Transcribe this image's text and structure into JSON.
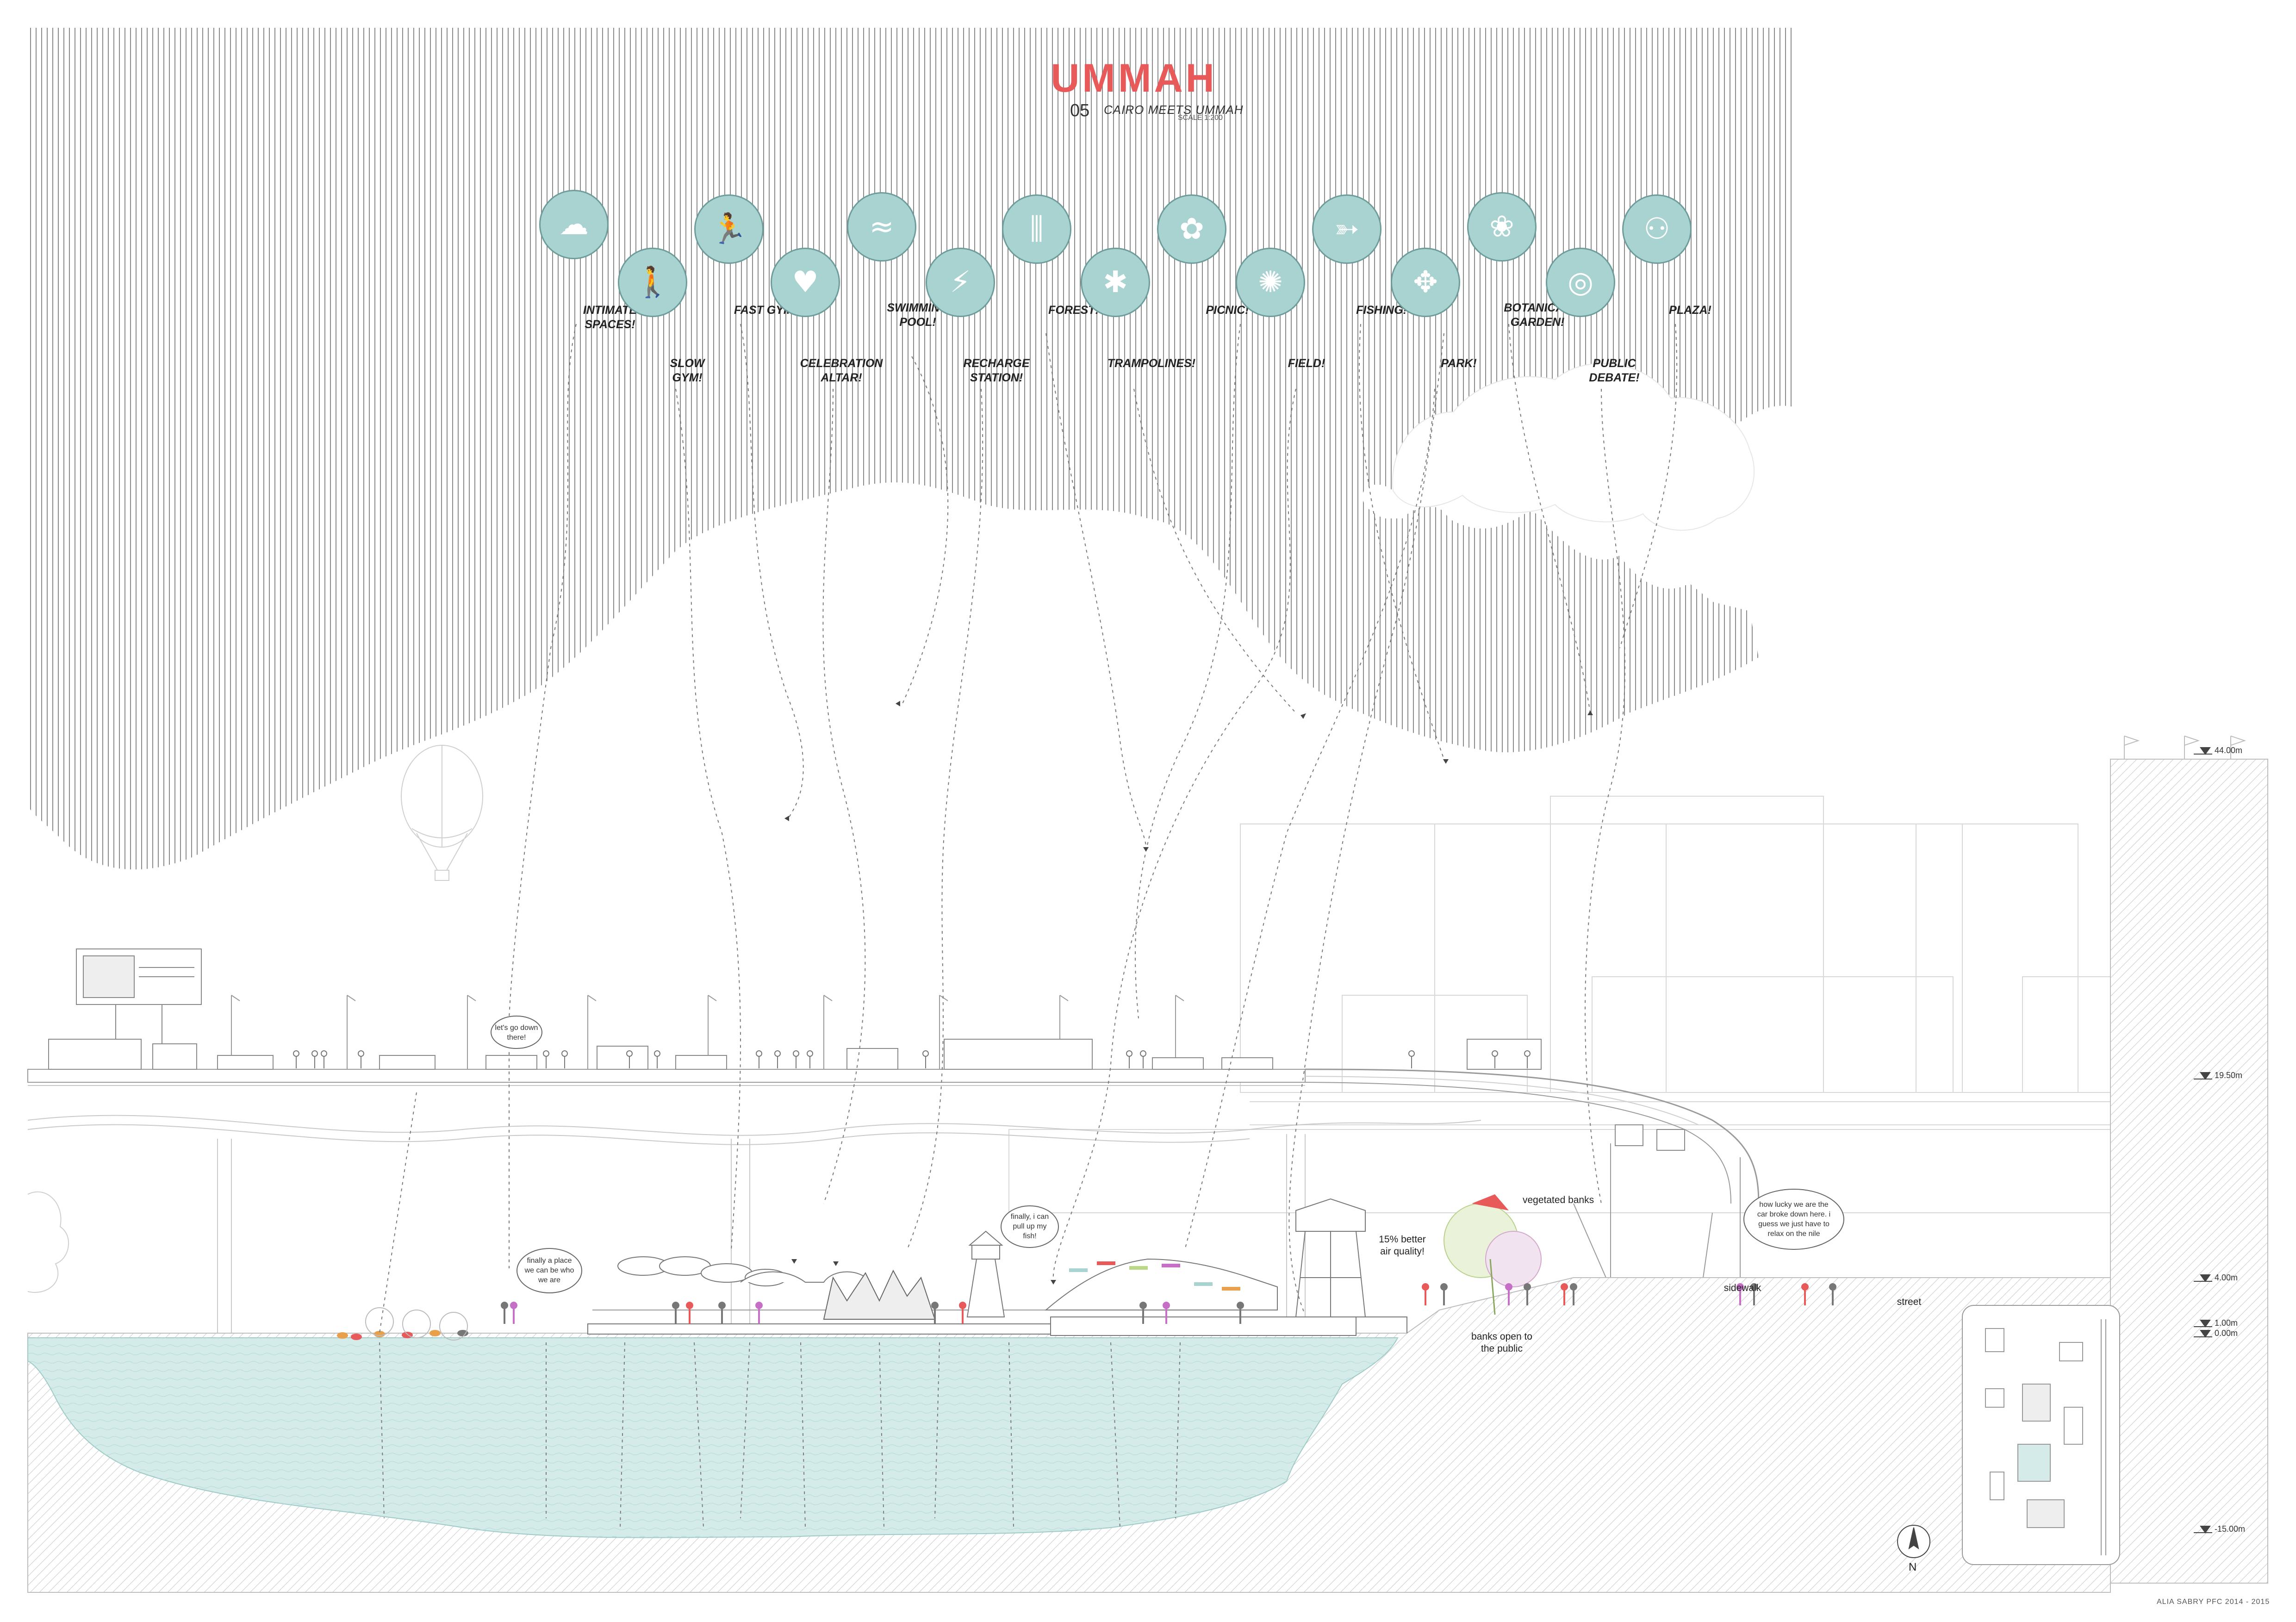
{
  "header": {
    "title": "UMMAH",
    "number": "05",
    "subtitle": "CAIRO MEETS UMMAH",
    "scale": "SCALE 1:200"
  },
  "program": [
    {
      "label": "INTIMATE\nSPACES!",
      "icon": "cloud-icon"
    },
    {
      "label": "SLOW\nGYM!",
      "icon": "walking-person-icon"
    },
    {
      "label": "FAST GYM!",
      "icon": "running-person-icon"
    },
    {
      "label": "CELEBRATION\nALTAR!",
      "icon": "heart-icon"
    },
    {
      "label": "SWIMMING\nPOOL!",
      "icon": "waves-icon"
    },
    {
      "label": "RECHARGE\nSTATION!",
      "icon": "lightning-icon"
    },
    {
      "label": "FOREST!",
      "icon": "grass-icon"
    },
    {
      "label": "TRAMPOLINES!",
      "icon": "jumping-person-icon"
    },
    {
      "label": "PICNIC!",
      "icon": "picnic-basket-icon"
    },
    {
      "label": "FIELD!",
      "icon": "circle-of-people-icon"
    },
    {
      "label": "FISHING!",
      "icon": "fish-icon"
    },
    {
      "label": "PARK!",
      "icon": "park-icon"
    },
    {
      "label": "BOTANICAL\nGARDEN!",
      "icon": "flowers-icon"
    },
    {
      "label": "PUBLIC\nDEBATE!",
      "icon": "speech-bubbles-icon"
    },
    {
      "label": "PLAZA!",
      "icon": "group-of-people-icon"
    }
  ],
  "annotations": {
    "vegetated_banks": "vegetated banks",
    "air_quality": "15% better\nair quality!",
    "banks_open": "banks open to\nthe public",
    "sidewalk": "sidewalk",
    "street": "street"
  },
  "bubbles": {
    "lets_go": "let's go down\nthere!",
    "finally_place": "finally a place\nwe can be who\nwe are",
    "pull_fish": "finally, i can\npull up my\nfish!",
    "how_lucky": "how lucky we are the\ncar broke down here. i\nguess we just have to\nrelax on the nile"
  },
  "levels": [
    "44.00m",
    "19.50m",
    "4.00m",
    "1.00m",
    "0.00m",
    "-15.00m"
  ],
  "north": "N",
  "credit": "ALIA SABRY PFC 2014 - 2015",
  "colors": {
    "accent": "#e8595a",
    "teal": "#a8d3d1",
    "water": "#d5ebea"
  }
}
